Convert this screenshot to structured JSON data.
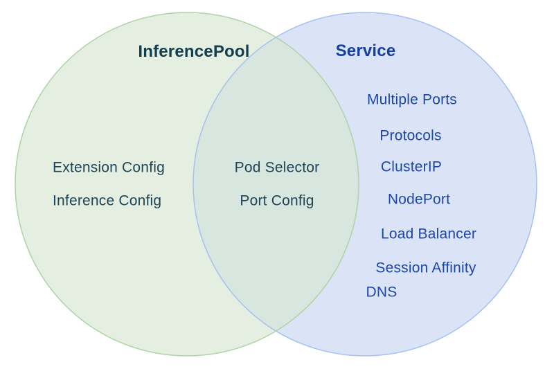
{
  "diagram": {
    "left": {
      "title": "InferencePool",
      "items": [
        "Extension Config",
        "Inference Config"
      ]
    },
    "overlap": {
      "items": [
        "Pod Selector",
        "Port Config"
      ]
    },
    "right": {
      "title": "Service",
      "items": [
        "Multiple Ports",
        "Protocols",
        "ClusterIP",
        "NodePort",
        "Load Balancer",
        "Session Affinity",
        "DNS"
      ]
    }
  },
  "colors": {
    "background": "#ffffff",
    "left_fill": "#e5f0e3",
    "left_fill_overlay": "rgba(213,230,210,0.65)",
    "left_stroke": "#aed3a4",
    "right_fill": "#dbe4f6",
    "right_stroke": "#a6c0ef",
    "overlap_fill": "#d8e7de",
    "left_title_text": "#123e4f",
    "left_item_text": "#1f4556",
    "right_title_text": "#173fa0",
    "right_item_text": "#1c47a8"
  }
}
